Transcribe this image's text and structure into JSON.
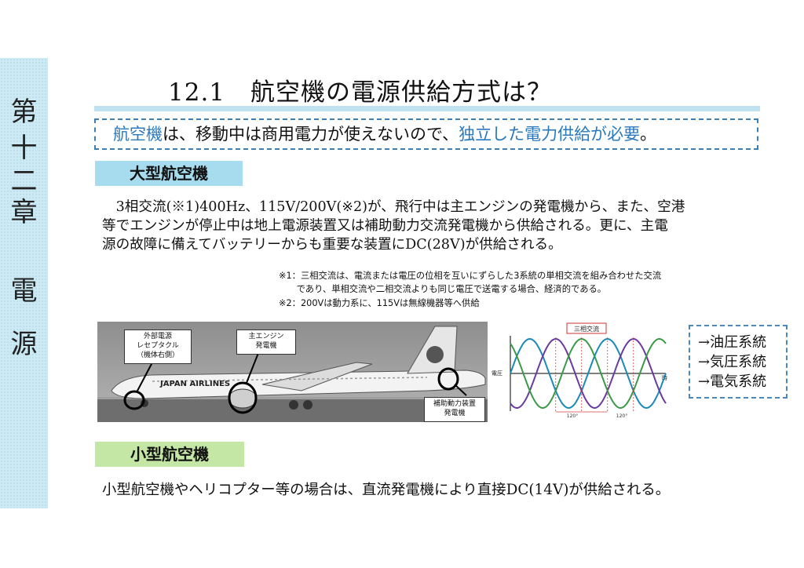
{
  "chapter": {
    "chars": [
      "第",
      "十",
      "二",
      "章",
      "電",
      "源"
    ]
  },
  "title": "12.1　航空機の電源供給方式は？",
  "summary": {
    "part1": "航空機",
    "part2": "は、移動中は商用電力が使えないので、",
    "part3": "独立した電力供給が必要",
    "part4": "。"
  },
  "large": {
    "label": "大型航空機",
    "lines": [
      "　3相交流(※1)400Hz、115V/200V(※2)が、飛行中は主エンジンの発電機から、また、空港",
      "等でエンジンが停止中は地上電源装置又は補助動力交流発電機から供給される。更に、主電",
      "源の故障に備えてバッテリーからも重要な装置にDC(28V)が供給される。"
    ],
    "notes": [
      "※1：三相交流は、電流または電圧の位相を互いにずらした3系統の単相交流を組み合わせた交流",
      "　　であり、単相交流や二相交流よりも同じ電圧で送電する場合、経済的である。",
      "※2：200Vは動力系に、115Vは無線機器等へ供給"
    ]
  },
  "photo": {
    "callout_external": [
      "外部電源",
      "レセプタクル",
      "（機体右側）"
    ],
    "callout_engine": [
      "主エンジン",
      "発電機"
    ],
    "callout_apu": [
      "補助動力装置",
      "発電機"
    ],
    "livery": "JAPAN AIRLINES"
  },
  "chart_data": {
    "type": "line",
    "title": "三相交流",
    "ylabel": "電圧",
    "xlabel": "時",
    "phase_labels": [
      "120°",
      "120°"
    ],
    "series": [
      {
        "color": "#1a8ab8",
        "phase_deg": 0
      },
      {
        "color": "#6a3aa0",
        "phase_deg": 120
      },
      {
        "color": "#3a9a45",
        "phase_deg": 240
      }
    ],
    "cycles": 2
  },
  "systems": [
    "→油圧系統",
    "→気圧系統",
    "→電気系統"
  ],
  "small": {
    "label": "小型航空機",
    "text": "小型航空機やヘリコプター等の場合は、直流発電機により直接DC(14V)が供給される。"
  }
}
